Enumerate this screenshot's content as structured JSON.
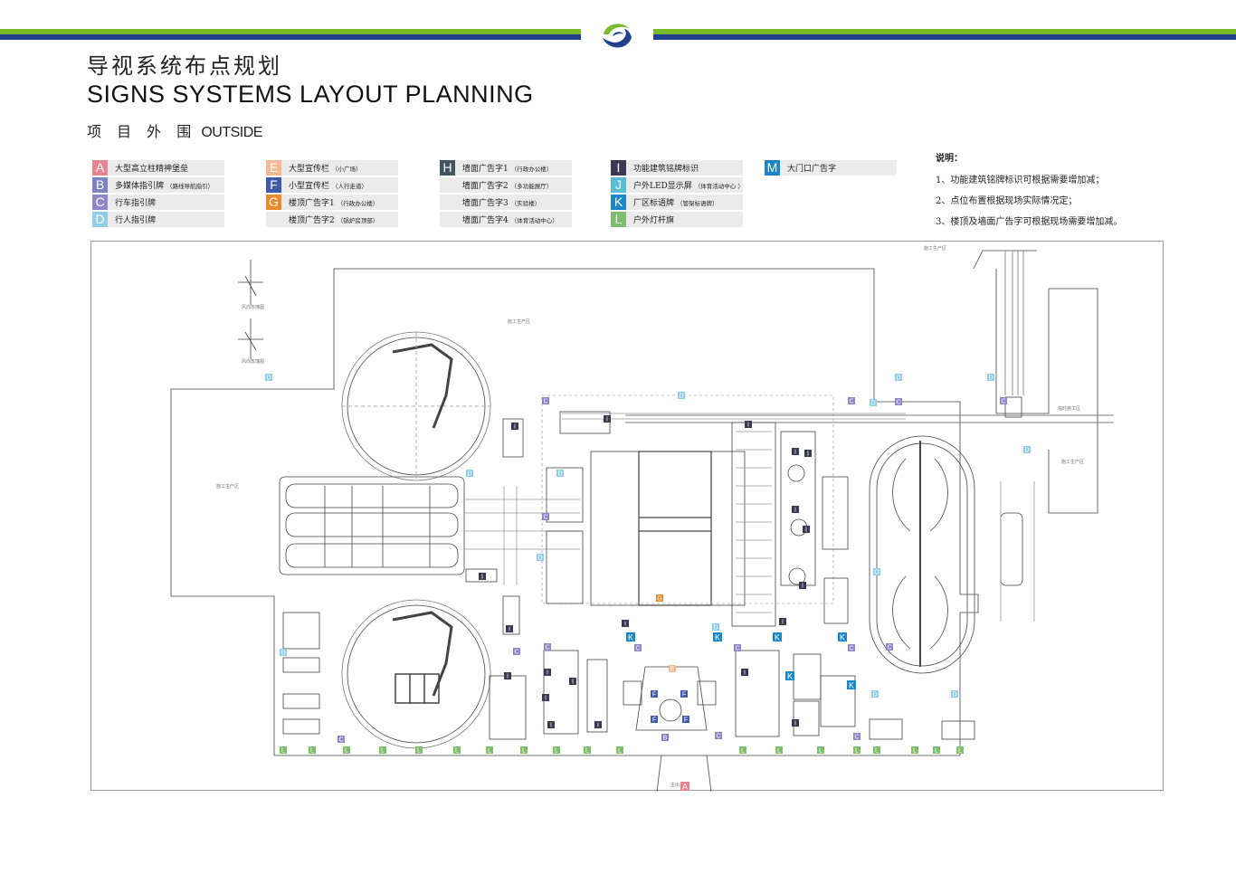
{
  "header": {
    "title_cn": "导视系统布点规划",
    "title_en": "SIGNS SYSTEMS LAYOUT PLANNING",
    "subtitle_cn": "项 目 外 围",
    "subtitle_en": "OUTSIDE"
  },
  "colors": {
    "brand_blue": "#23408e",
    "brand_green": "#7ab929",
    "A": "#e8838f",
    "B": "#7d83c4",
    "C": "#8f86c9",
    "D": "#8fcde9",
    "E": "#f6b990",
    "F": "#3f5aa8",
    "G": "#ea8a2a",
    "H": "#3f5561",
    "I": "#3b3a55",
    "J": "#59bdd6",
    "K": "#1a87c9",
    "L": "#7dbf6a",
    "M": "#1a87c9"
  },
  "legend": [
    [
      {
        "code": "A",
        "label": "大型高立柱精神堡垒",
        "note": ""
      },
      {
        "code": "B",
        "label": "多媒体指引牌",
        "note": "（路线导航指引）"
      },
      {
        "code": "C",
        "label": "行车指引牌",
        "note": ""
      },
      {
        "code": "D",
        "label": "行人指引牌",
        "note": ""
      }
    ],
    [
      {
        "code": "E",
        "label": "大型宣传栏",
        "note": "（小广场）"
      },
      {
        "code": "F",
        "label": "小型宣传栏",
        "note": "（人行走道）"
      },
      {
        "code": "G",
        "label": "楼顶广告字1",
        "note": "（行政办公楼）"
      },
      {
        "code": "",
        "label": "楼顶广告字2",
        "note": "（锅炉房顶部）"
      }
    ],
    [
      {
        "code": "H",
        "label": "墙面广告字1",
        "note": "（行政办公楼）"
      },
      {
        "code": "",
        "label": "墙面广告字2",
        "note": "（多功能展厅）"
      },
      {
        "code": "",
        "label": "墙面广告字3",
        "note": "（实验楼）"
      },
      {
        "code": "",
        "label": "墙面广告字4",
        "note": "（体育活动中心）"
      }
    ],
    [
      {
        "code": "I",
        "label": "功能建筑铭牌标识",
        "note": ""
      },
      {
        "code": "J",
        "label": "户外LED显示屏",
        "note": "（体育活动中心 ）"
      },
      {
        "code": "K",
        "label": "厂区标语牌",
        "note": "（管架标语牌）"
      },
      {
        "code": "L",
        "label": "户外灯杆旗",
        "note": ""
      }
    ],
    [
      {
        "code": "M",
        "label": "大门口广告字",
        "note": ""
      }
    ]
  ],
  "notes": {
    "title": "说明：",
    "items": [
      "1、功能建筑铭牌标识可根据需要增加减；",
      "2、点位布置根据现场实际情况定；",
      "3、楼顶及墙面广告字可根据现场需要增加减。"
    ]
  },
  "plan": {
    "markers": [
      {
        "code": "A"
      },
      {
        "code": "B"
      },
      {
        "code": "C"
      },
      {
        "code": "C"
      },
      {
        "code": "C"
      },
      {
        "code": "C"
      },
      {
        "code": "C"
      },
      {
        "code": "C"
      },
      {
        "code": "C"
      },
      {
        "code": "C"
      },
      {
        "code": "C"
      },
      {
        "code": "C"
      },
      {
        "code": "C"
      },
      {
        "code": "C"
      },
      {
        "code": "C"
      },
      {
        "code": "C"
      },
      {
        "code": "D"
      },
      {
        "code": "D"
      },
      {
        "code": "D"
      },
      {
        "code": "D"
      },
      {
        "code": "D"
      },
      {
        "code": "D"
      },
      {
        "code": "D"
      },
      {
        "code": "D"
      },
      {
        "code": "D"
      },
      {
        "code": "D"
      },
      {
        "code": "D"
      },
      {
        "code": "D"
      },
      {
        "code": "D"
      },
      {
        "code": "D"
      },
      {
        "code": "E"
      },
      {
        "code": "F"
      },
      {
        "code": "F"
      },
      {
        "code": "F"
      },
      {
        "code": "F"
      },
      {
        "code": "G"
      },
      {
        "code": "I"
      },
      {
        "code": "I"
      },
      {
        "code": "I"
      },
      {
        "code": "I"
      },
      {
        "code": "I"
      },
      {
        "code": "I"
      },
      {
        "code": "I"
      },
      {
        "code": "I"
      },
      {
        "code": "I"
      },
      {
        "code": "I"
      },
      {
        "code": "I"
      },
      {
        "code": "I"
      },
      {
        "code": "I"
      },
      {
        "code": "I"
      },
      {
        "code": "I"
      },
      {
        "code": "I"
      },
      {
        "code": "I"
      },
      {
        "code": "I"
      },
      {
        "code": "I"
      },
      {
        "code": "I"
      },
      {
        "code": "K"
      },
      {
        "code": "K"
      },
      {
        "code": "K"
      },
      {
        "code": "K"
      },
      {
        "code": "K"
      },
      {
        "code": "K"
      },
      {
        "code": "L"
      },
      {
        "code": "L"
      },
      {
        "code": "L"
      },
      {
        "code": "L"
      },
      {
        "code": "L"
      },
      {
        "code": "L"
      },
      {
        "code": "L"
      },
      {
        "code": "L"
      },
      {
        "code": "L"
      },
      {
        "code": "L"
      },
      {
        "code": "L"
      },
      {
        "code": "L"
      },
      {
        "code": "L"
      },
      {
        "code": "L"
      },
      {
        "code": "L"
      },
      {
        "code": "L"
      },
      {
        "code": "L"
      },
      {
        "code": "L"
      },
      {
        "code": "L"
      }
    ]
  }
}
